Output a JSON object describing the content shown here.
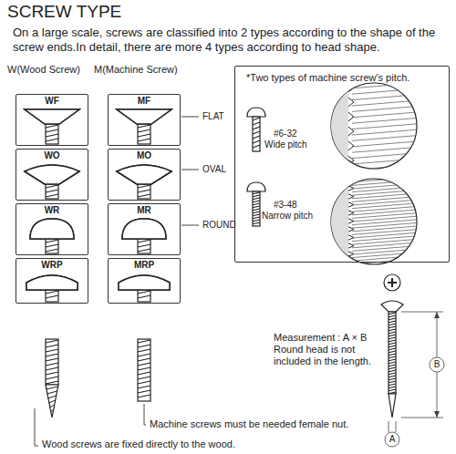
{
  "diagram": {
    "title": "SCREW TYPE",
    "nodes": [
      {
        "text": [
          "WF"
        ]
      },
      {
        "text": [
          "MF"
        ]
      },
      {
        "text": [
          "WO"
        ]
      },
      {
        "text": [
          "MO"
        ]
      },
      {
        "text": [
          "WR"
        ]
      },
      {
        "text": [
          "MR"
        ]
      },
      {
        "text": [
          "WRP"
        ]
      },
      {
        "text": [
          "MRP"
        ]
      },
      {
        "text": [
          "*Two types of machine screw's pitch."
        ]
      }
    ],
    "labels": [
      "On a large scale, screws are classified into 2 types according to the shape of the screw ends.In detail, there are more 4 types according to head shape.",
      "W(Wood Screw)",
      "M(Machine Screw)",
      "FLAT",
      "OVAL",
      "ROUND",
      "#6-32",
      "Wide pitch",
      "#3-48",
      "Narrow pitch",
      "Measurement : A × B Round head is not included in the length.",
      "B",
      "A",
      "Machine screws must be needed female nut.",
      "Wood screws are fixed directly to the wood."
    ]
  }
}
